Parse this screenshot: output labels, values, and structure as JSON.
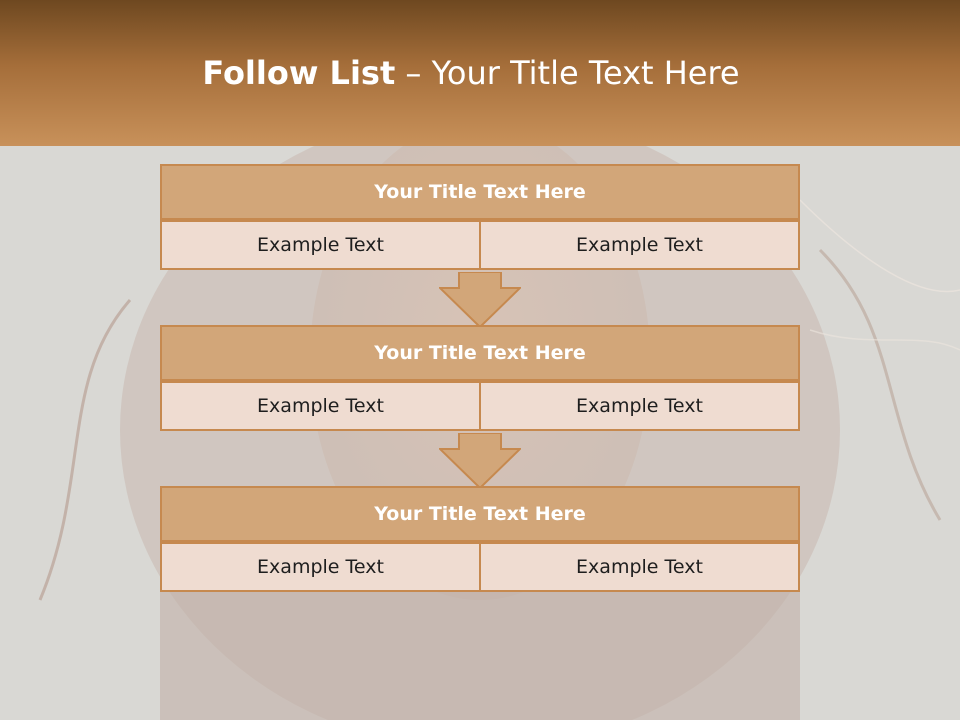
{
  "header": {
    "title_bold": "Follow List",
    "title_rest": " – Your Title Text Here"
  },
  "blocks": [
    {
      "title": "Your Title Text Here",
      "left": "Example Text",
      "right": "Example Text"
    },
    {
      "title": "Your Title Text Here",
      "left": "Example Text",
      "right": "Example Text"
    },
    {
      "title": "Your Title Text Here",
      "left": "Example Text",
      "right": "Example Text"
    }
  ],
  "colors": {
    "header_dark": "#6e4820",
    "header_light": "#c8915a",
    "block_title_fill": "#d2a679",
    "block_border": "#c6894f",
    "cell_fill": "#efdcd1",
    "arrow_fill": "#d2a679"
  }
}
